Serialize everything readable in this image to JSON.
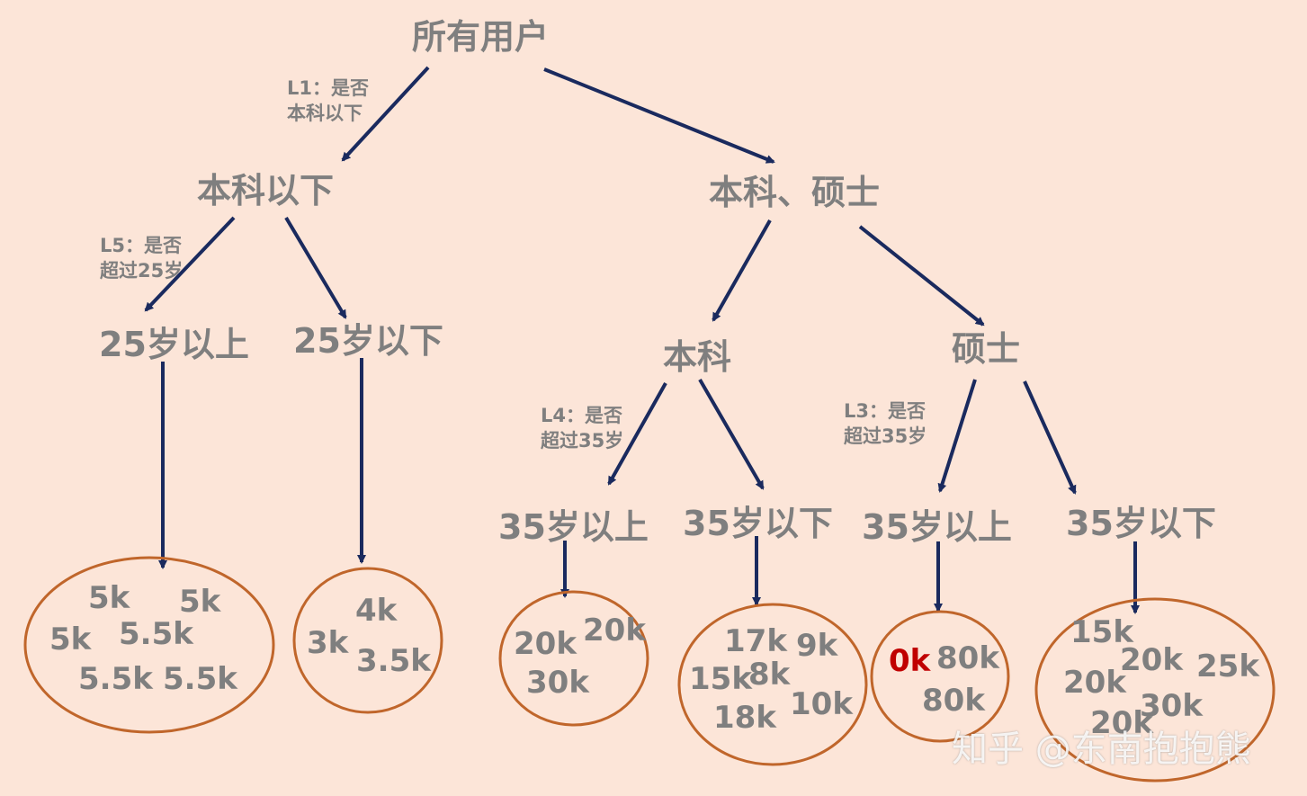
{
  "nodes": {
    "root": "所有用户",
    "below_bachelor": "本科以下",
    "bachelor_master": "本科、硕士",
    "below_age_over25": "25岁以上",
    "below_age_under25": "25岁以下",
    "bachelor": "本科",
    "master": "硕士",
    "bachelor_over35": "35岁以上",
    "bachelor_under35": "35岁以下",
    "master_over35": "35岁以上",
    "master_under35": "35岁以下"
  },
  "questions": {
    "l1": "L1：是否\n本科以下",
    "l5": "L5：是否\n超过25岁",
    "l4": "L4：是否\n超过35岁",
    "l3": "L3：是否\n超过35岁"
  },
  "leaves": {
    "g1": [
      "5k",
      "5k",
      "5k",
      "5.5k",
      "5.5k",
      "5.5k"
    ],
    "g2": [
      "4k",
      "3k",
      "3.5k"
    ],
    "g3": [
      "20k",
      "20k",
      "30k"
    ],
    "g4": [
      "17k",
      "9k",
      "15k",
      "8k",
      "10k",
      "18k"
    ],
    "g5": [
      "0k",
      "80k",
      "80k"
    ],
    "g6": [
      "15k",
      "20k",
      "25k",
      "20k",
      "30k",
      "20k"
    ]
  },
  "watermark": "知乎 @东南抱抱熊",
  "colors": {
    "arrow": "#1a2a5e",
    "ellipse": "#c0662b",
    "text": "#7f7f7f",
    "highlight": "#c00000",
    "background": "#fce5d8"
  }
}
